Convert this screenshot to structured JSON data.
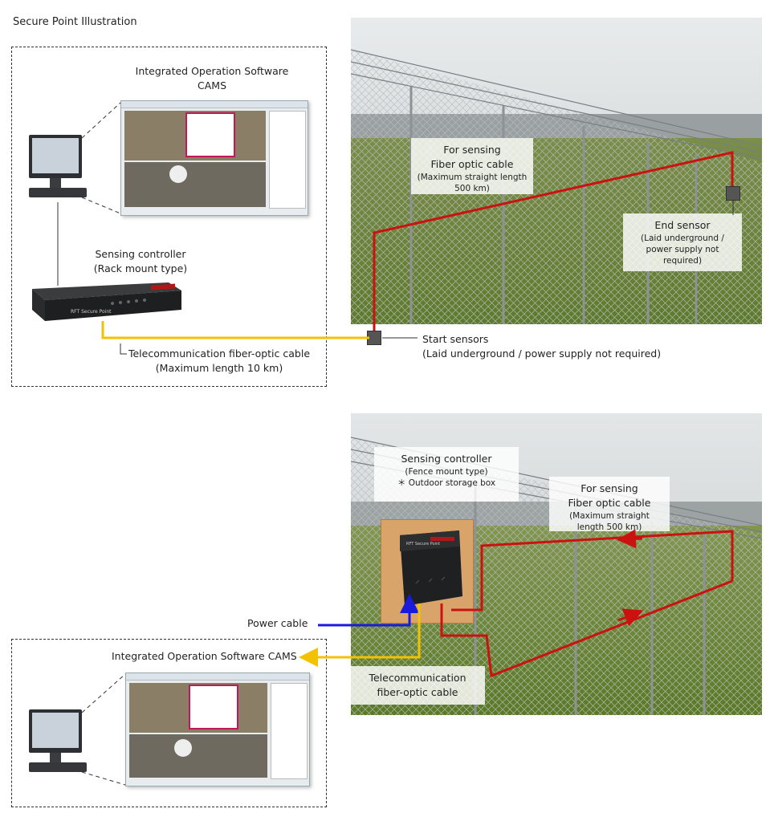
{
  "page": {
    "title": "Secure Point Illustration"
  },
  "top": {
    "software_label_1": "Integrated Operation Software",
    "software_label_2": "CAMS",
    "controller_label_1": "Sensing controller",
    "controller_label_2": "(Rack mount type)",
    "telecom_label_1": "Telecommunication fiber-optic cable",
    "telecom_label_2": "(Maximum length 10 km)",
    "fiber_panel": {
      "line1": "For sensing",
      "line2": "Fiber optic cable",
      "line3": "(Maximum straight length",
      "line4": "500 km)"
    },
    "end_sensor": {
      "line1": "End sensor",
      "line2": "(Laid underground /",
      "line3": "power supply not",
      "line4": "required)"
    },
    "start_sensor_1": "Start sensors",
    "start_sensor_2": "(Laid underground / power supply not required)"
  },
  "bottom": {
    "controller_panel": {
      "line1": "Sensing controller",
      "line2": "(Fence mount type)",
      "line3": "＊ Outdoor storage box"
    },
    "fiber_panel": {
      "line1": "For sensing",
      "line2": "Fiber optic cable",
      "line3": "(Maximum straight",
      "line4": "length 500 km)"
    },
    "power_label": "Power cable",
    "software_label": "Integrated Operation Software CAMS",
    "telecom_panel": {
      "line1": "Telecommunication",
      "line2": "fiber-optic cable"
    }
  },
  "device_brand": "RFT Secure Point",
  "colors": {
    "fiber_red": "#cc1111",
    "telecom_yellow": "#f2c200",
    "power_blue": "#1a1adb",
    "sky": "#cfd3d4",
    "grass": "#6f8a3a",
    "fence": "#a9adb0"
  }
}
